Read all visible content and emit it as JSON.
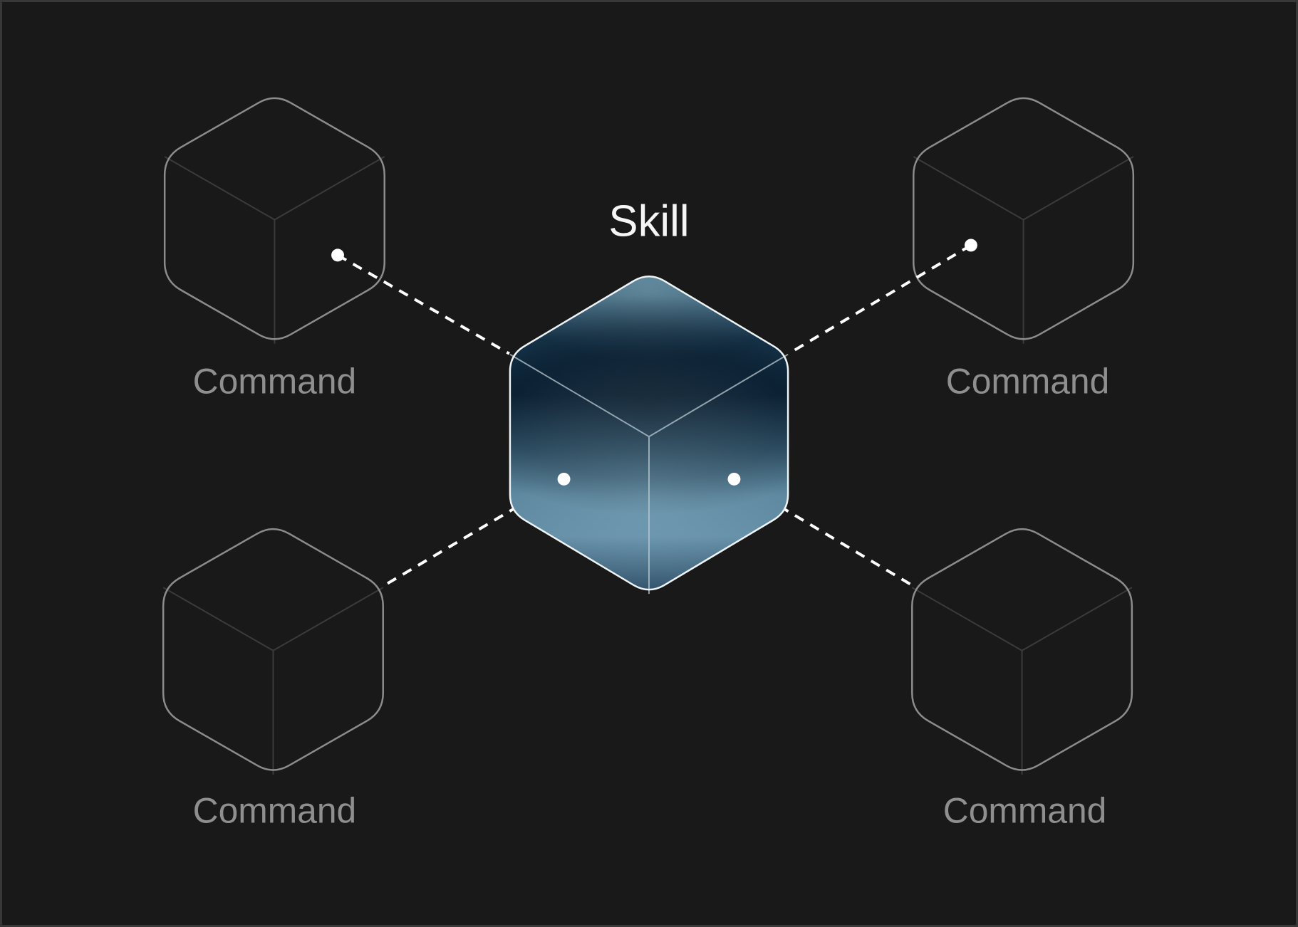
{
  "diagram": {
    "skill_node": {
      "label": "Skill",
      "shape": "isometric-cube",
      "style": "blue-glass-gradient"
    },
    "command_nodes": [
      {
        "label": "Command",
        "position": "top-left"
      },
      {
        "label": "Command",
        "position": "top-right"
      },
      {
        "label": "Command",
        "position": "bottom-left"
      },
      {
        "label": "Command",
        "position": "bottom-right"
      }
    ],
    "connectors": [
      {
        "from": "command-top-left",
        "to": "skill",
        "style": "dashed",
        "endpoint_dot": "on-command-cube-face"
      },
      {
        "from": "command-top-right",
        "to": "skill",
        "style": "dashed",
        "endpoint_dot": "on-command-cube-face"
      },
      {
        "from": "skill",
        "to": "command-bottom-left",
        "style": "dashed",
        "endpoint_dot": "on-skill-cube-face"
      },
      {
        "from": "skill",
        "to": "command-bottom-right",
        "style": "dashed",
        "endpoint_dot": "on-skill-cube-face"
      }
    ],
    "colors": {
      "background": "#191919",
      "frame_border": "#383838",
      "skill_label": "#f5f5f5",
      "command_label": "#8f8f8f",
      "command_cube_outline": "#8c8c8c",
      "command_cube_inner_lines": "#3b3b3b",
      "skill_cube_outline": "#eef3f5",
      "skill_cube_inner_lines": "#b9c9d2",
      "connector": "#ffffff",
      "dot": "#ffffff",
      "skill_cube_gradient": [
        "#4b7489",
        "#1b3c55",
        "#0e2940",
        "#2b5069",
        "#578198",
        "#5d88a0",
        "#1e3c56"
      ]
    }
  }
}
